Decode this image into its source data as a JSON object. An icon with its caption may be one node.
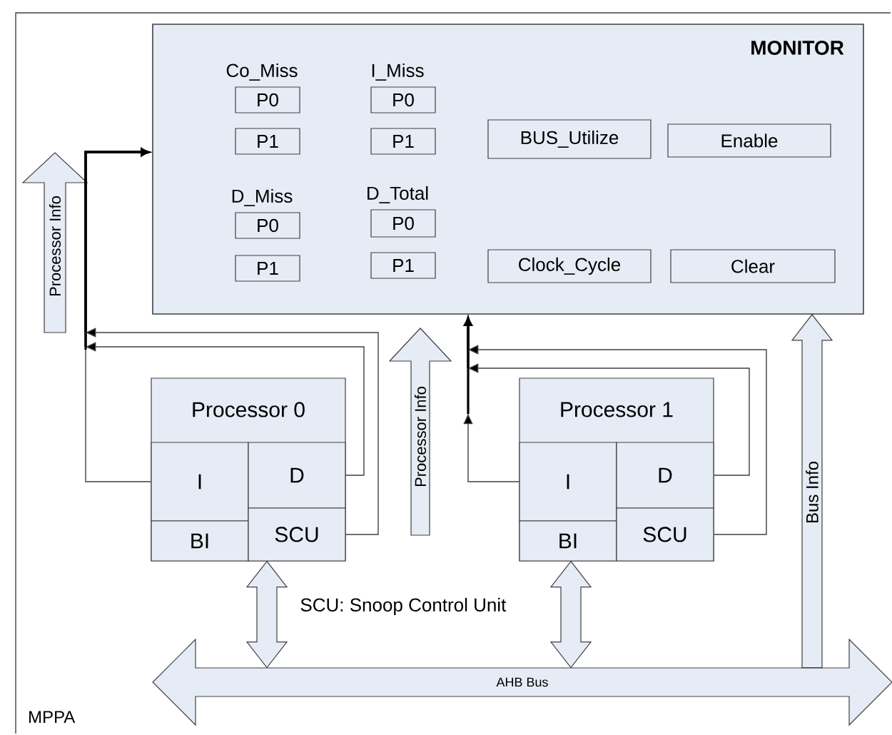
{
  "diagram": {
    "nodes": [
      {
        "text": [
          "MPPA"
        ]
      },
      {
        "text": [
          "MONITOR"
        ],
        "in": 0
      },
      {
        "text": [
          "P0"
        ],
        "beside": [
          "Co_Miss"
        ],
        "in": 1
      },
      {
        "text": [
          "P1"
        ],
        "in": 1
      },
      {
        "text": [
          "P0"
        ],
        "beside": [
          "I_Miss"
        ],
        "in": 1
      },
      {
        "text": [
          "P1"
        ],
        "in": 1
      },
      {
        "text": [
          "BUS_Utilize"
        ],
        "in": 1
      },
      {
        "text": [
          "Enable"
        ],
        "in": 1
      },
      {
        "text": [
          "P0"
        ],
        "beside": [
          "D_Miss"
        ],
        "in": 1
      },
      {
        "text": [
          "P1"
        ],
        "in": 1
      },
      {
        "text": [
          "P0"
        ],
        "beside": [
          "D_Total"
        ],
        "in": 1
      },
      {
        "text": [
          "P1"
        ],
        "in": 1
      },
      {
        "text": [
          "Clock_Cycle"
        ],
        "in": 1
      },
      {
        "text": [
          "Clear"
        ],
        "in": 1
      },
      {
        "text": [
          "Processor Info"
        ],
        "in": 0
      },
      {
        "text": [
          "Processor Info"
        ],
        "in": 0
      },
      {
        "text": [
          "Processor 0"
        ],
        "in": 0
      },
      {
        "text": [
          "I"
        ],
        "in": 16
      },
      {
        "text": [
          "D"
        ],
        "in": 16
      },
      {
        "text": [
          "BI"
        ],
        "in": 16
      },
      {
        "text": [
          "SCU"
        ],
        "in": 16
      },
      {
        "text": [
          "Processor 1"
        ],
        "in": 0
      },
      {
        "text": [
          "I"
        ],
        "in": 21
      },
      {
        "text": [
          "D"
        ],
        "in": 21
      },
      {
        "text": [
          "BI"
        ],
        "in": 21
      },
      {
        "text": [
          "SCU"
        ],
        "in": 21
      },
      {
        "text": [
          "AHB Bus"
        ],
        "in": 0
      }
    ],
    "edges": [
      {
        "from": 17,
        "to": 1,
        "arrow": "to"
      },
      {
        "from": 18,
        "to": 1,
        "arrow": "to"
      },
      {
        "from": 20,
        "to": 1,
        "arrow": "to"
      },
      {
        "from": 22,
        "to": 1,
        "arrow": "to"
      },
      {
        "from": 23,
        "to": 1,
        "arrow": "to"
      },
      {
        "from": 25,
        "to": 1,
        "arrow": "to"
      },
      {
        "from": 16,
        "to": 26,
        "arrow": "both",
        "style": "thick"
      },
      {
        "from": 24,
        "to": 26,
        "arrow": "both",
        "style": "thick"
      },
      {
        "from": 26,
        "to": 1,
        "arrow": "to",
        "style": "thick",
        "label": "Bus Info"
      }
    ],
    "labels": [
      "SCU: Snoop Control Unit"
    ]
  }
}
